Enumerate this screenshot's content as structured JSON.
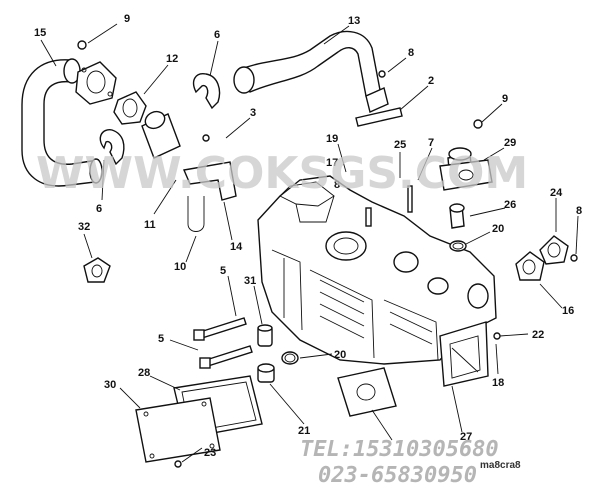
{
  "diagram": {
    "callouts": [
      {
        "id": "c15",
        "label": "15"
      },
      {
        "id": "c9a",
        "label": "9"
      },
      {
        "id": "c13",
        "label": "13"
      },
      {
        "id": "c6a",
        "label": "6"
      },
      {
        "id": "c12",
        "label": "12"
      },
      {
        "id": "c8a",
        "label": "8"
      },
      {
        "id": "c2",
        "label": "2"
      },
      {
        "id": "c3",
        "label": "3"
      },
      {
        "id": "c9b",
        "label": "9"
      },
      {
        "id": "c19",
        "label": "19"
      },
      {
        "id": "c25",
        "label": "25"
      },
      {
        "id": "c7",
        "label": "7"
      },
      {
        "id": "c29",
        "label": "29"
      },
      {
        "id": "c17",
        "label": "17"
      },
      {
        "id": "c8b",
        "label": "8"
      },
      {
        "id": "c6b",
        "label": "6"
      },
      {
        "id": "c11",
        "label": "11"
      },
      {
        "id": "c14",
        "label": "14"
      },
      {
        "id": "c26",
        "label": "26"
      },
      {
        "id": "c24",
        "label": "24"
      },
      {
        "id": "c8c",
        "label": "8"
      },
      {
        "id": "c20a",
        "label": "20"
      },
      {
        "id": "c32",
        "label": "32"
      },
      {
        "id": "c10",
        "label": "10"
      },
      {
        "id": "c5a",
        "label": "5"
      },
      {
        "id": "c31",
        "label": "31"
      },
      {
        "id": "c16",
        "label": "16"
      },
      {
        "id": "c22",
        "label": "22"
      },
      {
        "id": "c5b",
        "label": "5"
      },
      {
        "id": "c20b",
        "label": "20"
      },
      {
        "id": "c18",
        "label": "18"
      },
      {
        "id": "c30",
        "label": "30"
      },
      {
        "id": "c28",
        "label": "28"
      },
      {
        "id": "c21",
        "label": "21"
      },
      {
        "id": "c27",
        "label": "27"
      },
      {
        "id": "c23",
        "label": "23"
      }
    ],
    "stamp_text": "ma8cra8"
  },
  "watermark": {
    "site": "WWW.COKSGS.COM",
    "tel": "TEL:15310305680",
    "phone": "023-65830950",
    "color": "#c9c9c9"
  },
  "colors": {
    "line": "#111111",
    "background": "#ffffff"
  }
}
